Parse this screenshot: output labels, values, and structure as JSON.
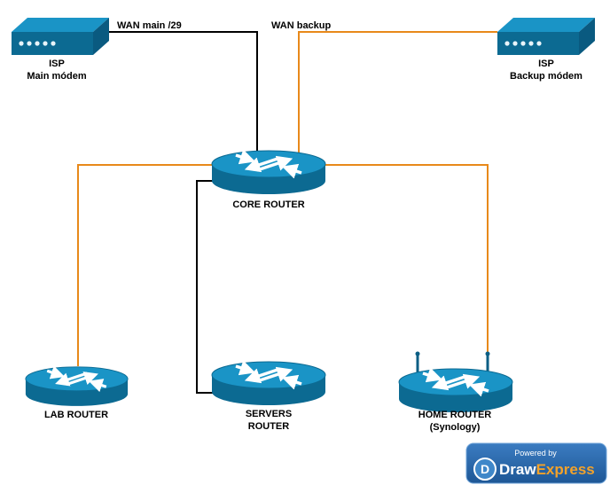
{
  "diagram": {
    "nodes": {
      "isp_main": {
        "line1": "ISP",
        "line2": "Main módem"
      },
      "isp_backup": {
        "line1": "ISP",
        "line2": "Backup módem"
      },
      "core_router": {
        "line1": "CORE ROUTER"
      },
      "lab_router": {
        "line1": "LAB ROUTER"
      },
      "servers_router": {
        "line1": "SERVERS",
        "line2": "ROUTER"
      },
      "home_router": {
        "line1": "HOME ROUTER",
        "line2": "(Synology)"
      }
    },
    "links": {
      "wan_main": {
        "label": "WAN main /29",
        "color": "#000000"
      },
      "wan_backup": {
        "label": "WAN backup",
        "color": "#e8891a"
      },
      "core_lab": {
        "color": "#e8891a"
      },
      "core_home": {
        "color": "#e8891a"
      },
      "core_servers": {
        "color": "#000000"
      }
    },
    "colors": {
      "router_top": "#1a94c6",
      "router_body": "#0c6a92",
      "modem_side": "#0a5a80",
      "accent_orange": "#e8891a",
      "line_black": "#000000"
    }
  },
  "logo": {
    "powered_by": "Powered by",
    "brand_part1": "Draw",
    "brand_part2": "Express",
    "icon_letter": "D",
    "badge_blue": "#2a6bb3",
    "express_orange": "#f3a22a"
  }
}
